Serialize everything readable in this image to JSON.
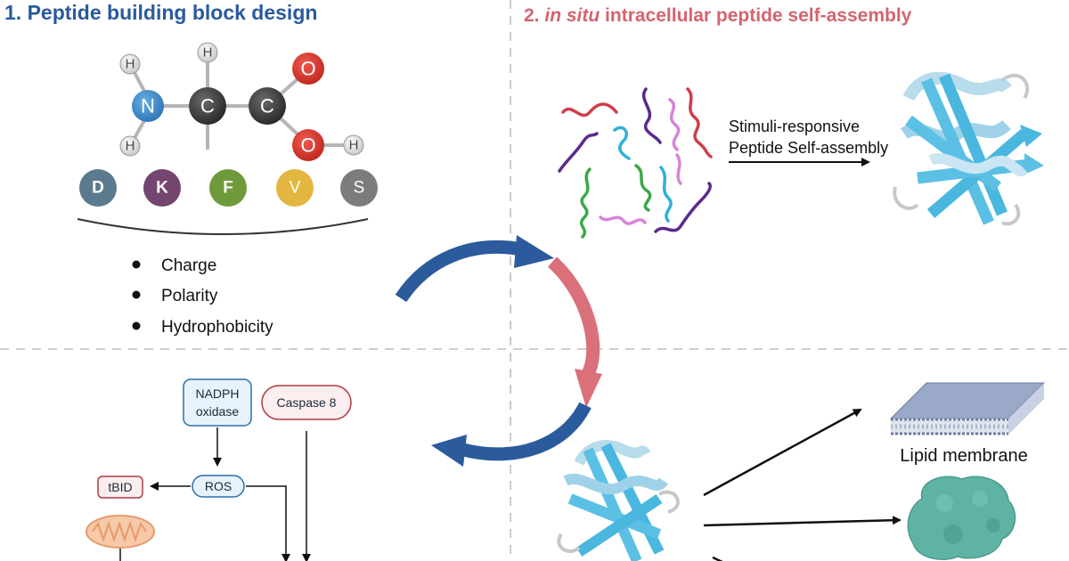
{
  "section1": {
    "title": "1. Peptide building block design",
    "atoms": {
      "n": "N",
      "c1": "C",
      "c2": "C",
      "o1": "O",
      "o2": "O",
      "h": "H"
    },
    "amino_acids": [
      {
        "letter": "D",
        "color": "#5b7a8d"
      },
      {
        "letter": "K",
        "color": "#74456f"
      },
      {
        "letter": "F",
        "color": "#6f9a3b"
      },
      {
        "letter": "V",
        "color": "#e3b640"
      },
      {
        "letter": "S",
        "color": "#7c7c7c"
      }
    ],
    "properties": [
      "Charge",
      "Polarity",
      "Hydrophobicity"
    ]
  },
  "section2": {
    "title_italic": "in situ",
    "title_rest": " intracellular peptide self-assembly",
    "title_number": "2. ",
    "arrow_label_line1": "Stimuli-responsive",
    "arrow_label_line2": "Peptide Self-assembly"
  },
  "section3": {
    "nadph_line1": "NADPH",
    "nadph_line2": "oxidase",
    "caspase": "Caspase 8",
    "tbid": "tBID",
    "ros": "ROS"
  },
  "section4": {
    "lipid_label": "Lipid membrane"
  },
  "colors": {
    "title_blue": "#2a5a9e",
    "title_red": "#d4646e",
    "cycle_blue": "#2b5b9c",
    "cycle_red": "#d9707a",
    "helix": "#5cc0e4"
  }
}
